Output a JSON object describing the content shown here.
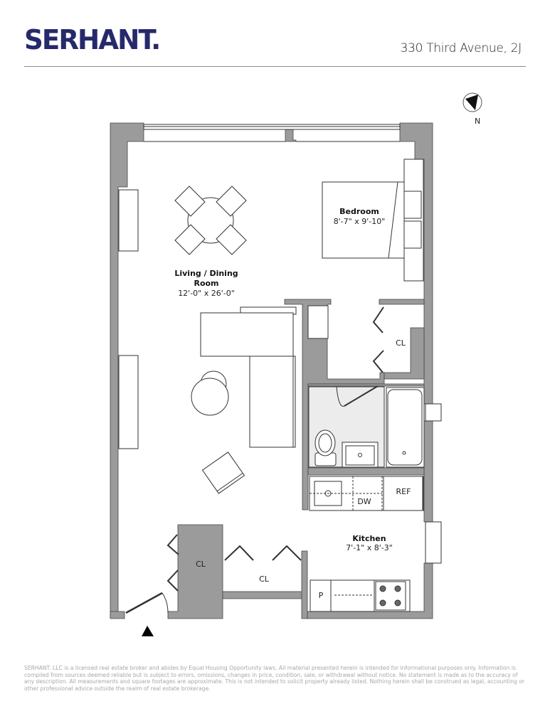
{
  "header": {
    "brand": "SERHANT.",
    "address": "330 Third Avenue, 2J",
    "brand_color": "#262a6b"
  },
  "floorplan": {
    "compass": {
      "label": "N"
    },
    "rooms": [
      {
        "id": "living",
        "name_line1": "Living / Dining",
        "name_line2": "Room",
        "dimensions": "12'-0\" x 26'-0\""
      },
      {
        "id": "bedroom",
        "name": "Bedroom",
        "dimensions": "8'-7\" x 9'-10\""
      },
      {
        "id": "kitchen",
        "name": "Kitchen",
        "dimensions": "7'-1\" x 8'-3\""
      }
    ],
    "labels": {
      "closet_bedroom": "CL",
      "closet_entry": "CL",
      "closet_hall": "CL",
      "dishwasher": "DW",
      "refrigerator": "REF",
      "pantry": "P"
    },
    "colors": {
      "wall": "#9b9b9b",
      "bath_floor": "#ececec",
      "line": "#333333"
    }
  },
  "footer": {
    "disclaimer": "SERHANT. LLC is a licensed real estate broker and abides by Equal Housing Opportunity laws. All material presented herein is intended for informational purposes only. Information is compiled from sources deemed  reliable but is subject to errors, omissions, changes in price, condition, sale, or withdrawal without notice. No statement is made as to the accuracy of any description. All measurements and square footages are approximate. This is not intended to solicit property already listed. Nothing herein shall be construed as legal, accounting or other professional advice outside the realm of real estate brokerage."
  }
}
